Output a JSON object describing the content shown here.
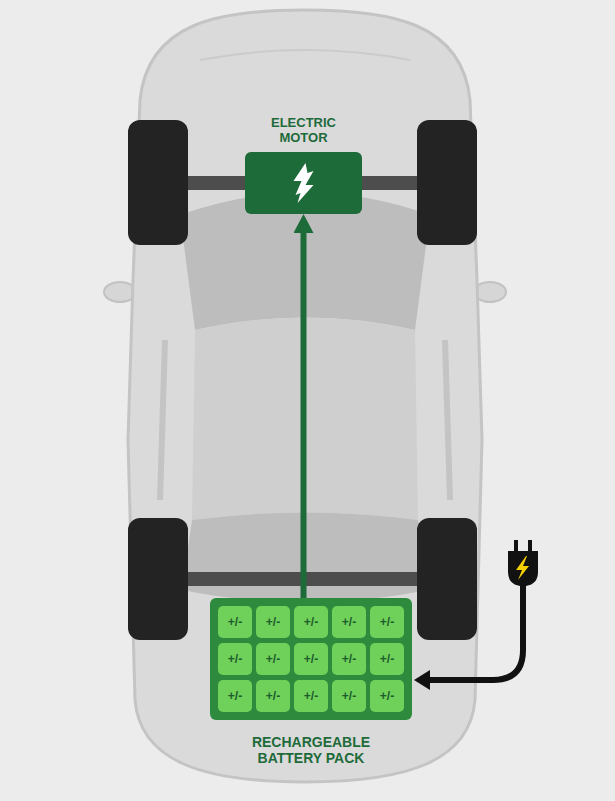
{
  "diagram": {
    "nodes": [
      {
        "text": [
          "ELECTRIC MOTOR"
        ]
      },
      {
        "text": [
          "RECHARGEABLE BATTERY PACK"
        ]
      },
      {
        "text": [
          "+/-"
        ],
        "in": 1
      },
      {
        "text": [
          "+/-"
        ],
        "in": 1
      },
      {
        "text": [
          "+/-"
        ],
        "in": 1
      },
      {
        "text": [
          "+/-"
        ],
        "in": 1
      },
      {
        "text": [
          "+/-"
        ],
        "in": 1
      },
      {
        "text": [
          "+/-"
        ],
        "in": 1
      },
      {
        "text": [
          "+/-"
        ],
        "in": 1
      },
      {
        "text": [
          "+/-"
        ],
        "in": 1
      },
      {
        "text": [
          "+/-"
        ],
        "in": 1
      },
      {
        "text": [
          "+/-"
        ],
        "in": 1
      },
      {
        "text": [
          "+/-"
        ],
        "in": 1
      },
      {
        "text": [
          "+/-"
        ],
        "in": 1
      },
      {
        "text": [
          "+/-"
        ],
        "in": 1
      },
      {
        "text": [
          "+/-"
        ],
        "in": 1
      },
      {
        "text": [
          "+/-"
        ],
        "in": 1
      }
    ],
    "edges": [
      {
        "from": 1,
        "to": 0,
        "arrow": "to"
      }
    ]
  }
}
